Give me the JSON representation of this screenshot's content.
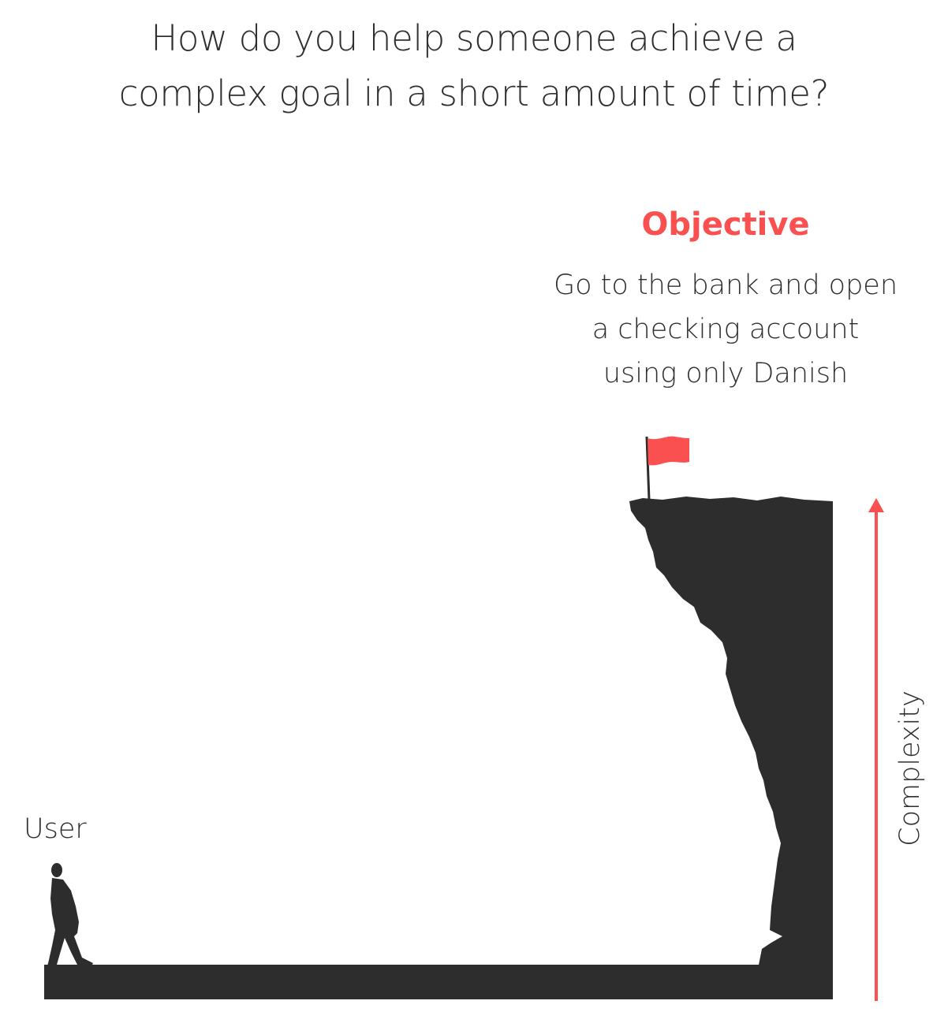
{
  "question": {
    "line1": "How do you help someone achieve a",
    "line2": "complex goal in a short amount of time?"
  },
  "objective": {
    "title": "Objective",
    "line1": "Go to the bank and open",
    "line2": "a checking account",
    "line3": "using only Danish"
  },
  "user_label": "User",
  "axis_label": "Complexity",
  "colors": {
    "accent": "#fa5050",
    "silhouette": "#2d2d2d",
    "text": "#2f2f2f"
  },
  "icons": {
    "flag": "flag-icon",
    "person": "person-icon",
    "cliff": "cliff-shape",
    "arrow": "arrow-up-icon"
  }
}
